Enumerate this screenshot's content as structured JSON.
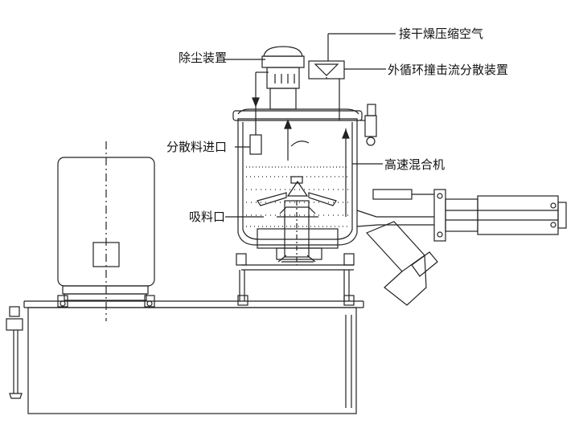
{
  "labels": {
    "dry_air": "接干燥压缩空气",
    "dust_removal": "除尘装置",
    "external_impact_disperser": "外循环撞击流分散装置",
    "dispersed_feed_inlet": "分散料进口",
    "high_speed_mixer": "高速混合机",
    "suction_port": "吸料口"
  }
}
